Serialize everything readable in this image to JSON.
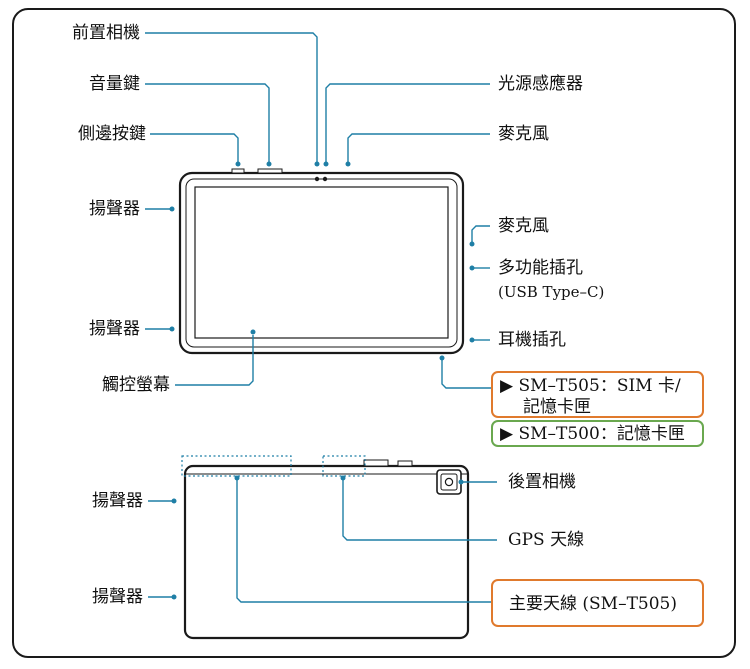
{
  "labels": {
    "front_camera": "前置相機",
    "volume_key": "音量鍵",
    "side_key": "側邊按鍵",
    "speaker_top_left": "揚聲器",
    "speaker_mid_left": "揚聲器",
    "touchscreen": "觸控螢幕",
    "light_sensor": "光源感應器",
    "microphone_top": "麥克風",
    "microphone_side": "麥克風",
    "multipurpose_jack_line1": "多功能插孔",
    "multipurpose_jack_line2": "(USB Type–C)",
    "earphone_jack": "耳機插孔",
    "sim_t505_line1": "▶ SM–T505：SIM 卡/",
    "sim_t505_line2": "記憶卡匣",
    "sim_t500": "▶ SM–T500：記憶卡匣",
    "speaker_back_upper": "揚聲器",
    "speaker_back_lower": "揚聲器",
    "rear_camera": "後置相機",
    "gps_antenna": "GPS 天線",
    "main_antenna": "主要天線 (SM–T505)"
  },
  "colors": {
    "leader_line": "#1f7fa6",
    "orange_box": "#e07a2d",
    "green_box": "#6aa84f",
    "device_outline": "#1a1a1a"
  }
}
